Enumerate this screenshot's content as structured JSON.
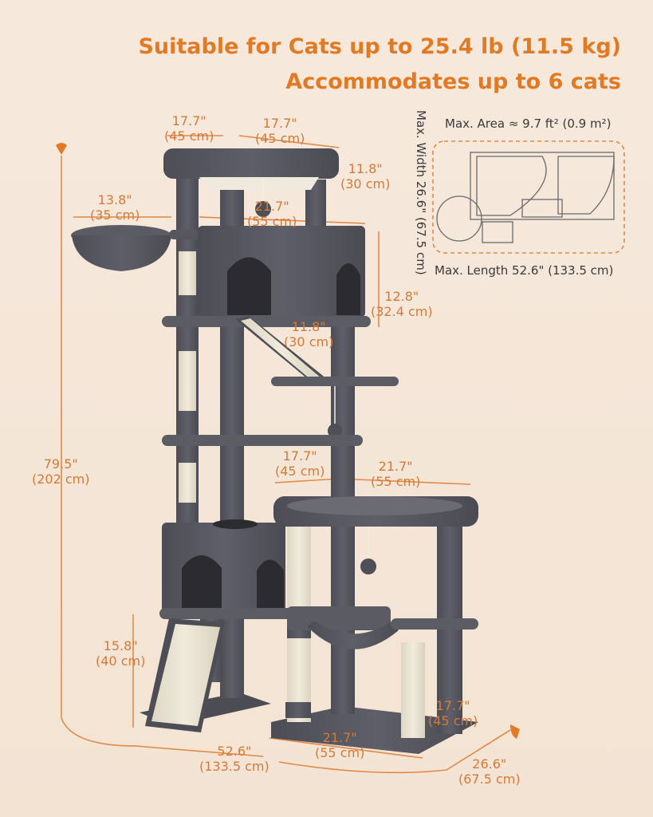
{
  "headline": {
    "line1": "Suitable for Cats up to 25.4 lb (11.5 kg)",
    "line2": "Accommodates up to 6 cats"
  },
  "floorplan": {
    "area": "Max. Area ≈ 9.7 ft² (0.9 m²)",
    "width": "Max. Width 26.6\" (67.5 cm)",
    "length": "Max. Length 52.6\" (133.5 cm)"
  },
  "dimensions": {
    "top_left": [
      "17.7\"",
      "(45 cm)"
    ],
    "top_right": [
      "17.7\"",
      "(45 cm)"
    ],
    "top_depth": [
      "11.8\"",
      "(30 cm)"
    ],
    "basket": [
      "13.8\"",
      "(35 cm)"
    ],
    "condo_width": [
      "21.7\"",
      "(55 cm)"
    ],
    "condo_height": [
      "12.8\"",
      "(32.4 cm)"
    ],
    "mid_platform": [
      "11.8\"",
      "(30 cm)"
    ],
    "total_height": [
      "79.5\"",
      "(202 cm)"
    ],
    "lower_left": [
      "17.7\"",
      "(45 cm)"
    ],
    "lower_right": [
      "21.7\"",
      "(55 cm)"
    ],
    "ramp_height": [
      "15.8\"",
      "(40 cm)"
    ],
    "base_depth": [
      "17.7\"",
      "(45 cm)"
    ],
    "base_width": [
      "21.7\"",
      "(55 cm)"
    ],
    "total_length": [
      "52.6\"",
      "(133.5 cm)"
    ],
    "total_width": [
      "26.6\"",
      "(67.5 cm)"
    ]
  },
  "colors": {
    "accent": "#e27a24",
    "plush": "#55565e",
    "sisal": "#ece6d6",
    "background": "#f4e6d8"
  }
}
